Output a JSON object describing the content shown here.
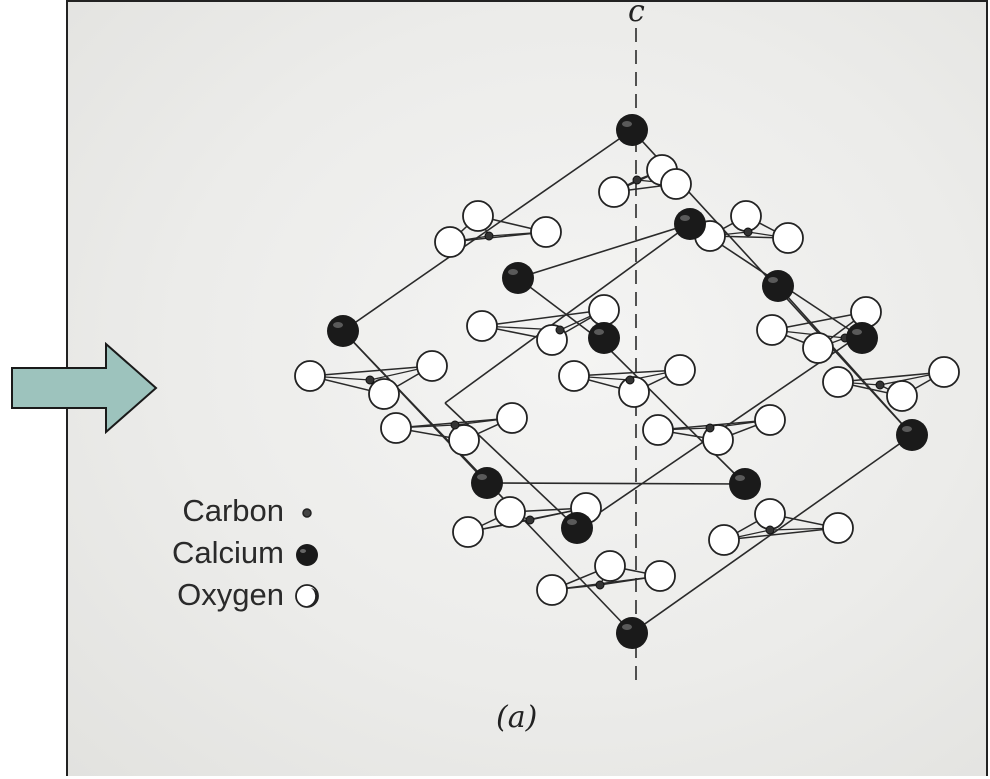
{
  "figure": {
    "axis_label": "c",
    "panel_label": "(a)",
    "legend": [
      {
        "label": "Carbon",
        "symbol": "carbon"
      },
      {
        "label": "Calcium",
        "symbol": "calcium"
      },
      {
        "label": "Oxygen",
        "symbol": "oxygen"
      }
    ],
    "colors": {
      "arrow_fill": "#9dc3bd",
      "arrow_stroke": "#1a1a1a",
      "calcium": "#1a1a1a",
      "oxygen_fill": "#ffffff",
      "line": "#2a2a2a"
    }
  }
}
